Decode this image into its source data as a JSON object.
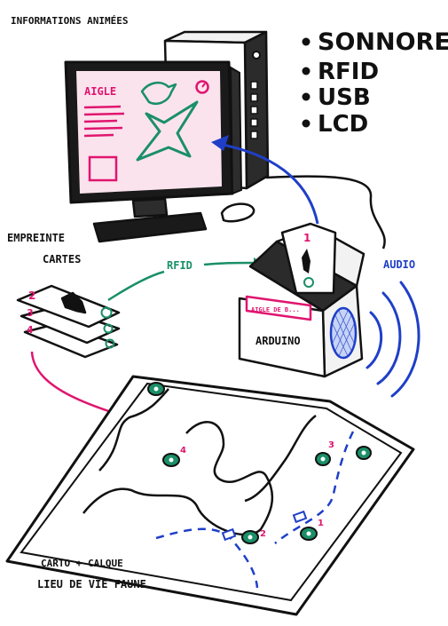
{
  "header_label": "INFORMATIONS ANIMÉES",
  "features": [
    "SONNORE",
    "RFID",
    "USB",
    "LCD"
  ],
  "screen": {
    "animal_name": "AIGLE"
  },
  "cards_label": [
    "EMPREINTE",
    "CARTES"
  ],
  "link_label": "RFID",
  "audio_label": "AUDIO",
  "box": {
    "display_text": "AIGLE DE B...",
    "label": "ARDUINO",
    "card_number": "1"
  },
  "card_numbers": [
    "2",
    "3",
    "4"
  ],
  "map_markers": [
    "4",
    "3",
    "2",
    "1"
  ],
  "footer_label": [
    "CARTO + CALQUE",
    "LIEU DE VIE FAUNE"
  ],
  "colors": {
    "pink": "#e0156f",
    "green": "#1a8f68",
    "blue": "#1f3fc8",
    "ink": "#111111",
    "screen": "#fbe3ee"
  }
}
